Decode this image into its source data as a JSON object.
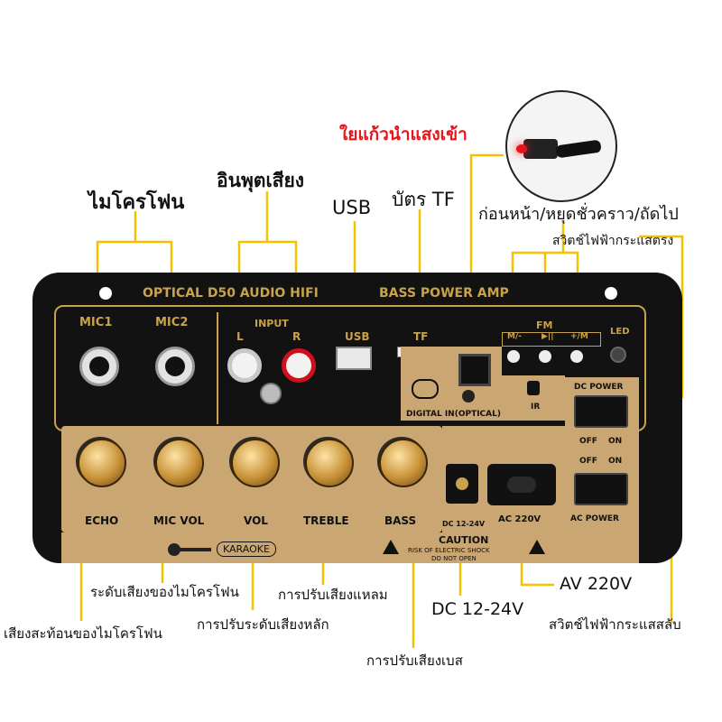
{
  "callouts": {
    "optical_in": "ใยแก้วนำแสงเข้า",
    "microphone": "ไมโครโฟน",
    "audio_input": "อินพุตเสียง",
    "usb": "USB",
    "tf_card": "บัตร TF",
    "prev_pause_next": "ก่อนหน้า/หยุดชั่วคราว/ถัดไป",
    "dc_switch": "สวิตช์ไฟฟ้ากระแสตรง",
    "mic_level": "ระดับเสียงของไมโครโฟน",
    "treble_adjust": "การปรับเสียงแหลม",
    "echo": "เสียงสะท้อนของไมโครโฟน",
    "main_volume": "การปรับระดับเสียงหลัก",
    "bass_adjust": "การปรับเสียงเบส",
    "dc_input": "DC 12-24V",
    "ac_input": "AV 220V",
    "ac_switch": "สวิตช์ไฟฟ้ากระแสสลับ"
  },
  "panel": {
    "title_left": "OPTICAL D50 AUDIO HIFI",
    "title_right": "BASS POWER AMP",
    "mic1": "MIC1",
    "mic2": "MIC2",
    "input": "INPUT",
    "left": "L",
    "right": "R",
    "usb": "USB",
    "tf": "TF",
    "fm": "FM",
    "fm_buttons": [
      "M/-",
      "▶||",
      "+/M"
    ],
    "led": "LED",
    "digital_in": "DIGITAL IN(OPTICAL)",
    "ir": "IR",
    "dc_power": "DC POWER",
    "ac_power": "AC POWER",
    "off": "OFF",
    "on": "ON",
    "knobs": [
      "ECHO",
      "MIC VOL",
      "VOL",
      "TREBLE",
      "BASS"
    ],
    "dc_jack": "DC 12-24V",
    "ac_socket": "AC 220V",
    "karaoke": "KARAOKE",
    "caution": "CAUTION",
    "caution_line1": "RISK OF ELECTRIC SHOCK",
    "caution_line2": "DO NOT OPEN"
  },
  "colors": {
    "callout_line": "#f2c200",
    "optical_label": "#e8141b",
    "panel_gold": "#c9a24a"
  }
}
